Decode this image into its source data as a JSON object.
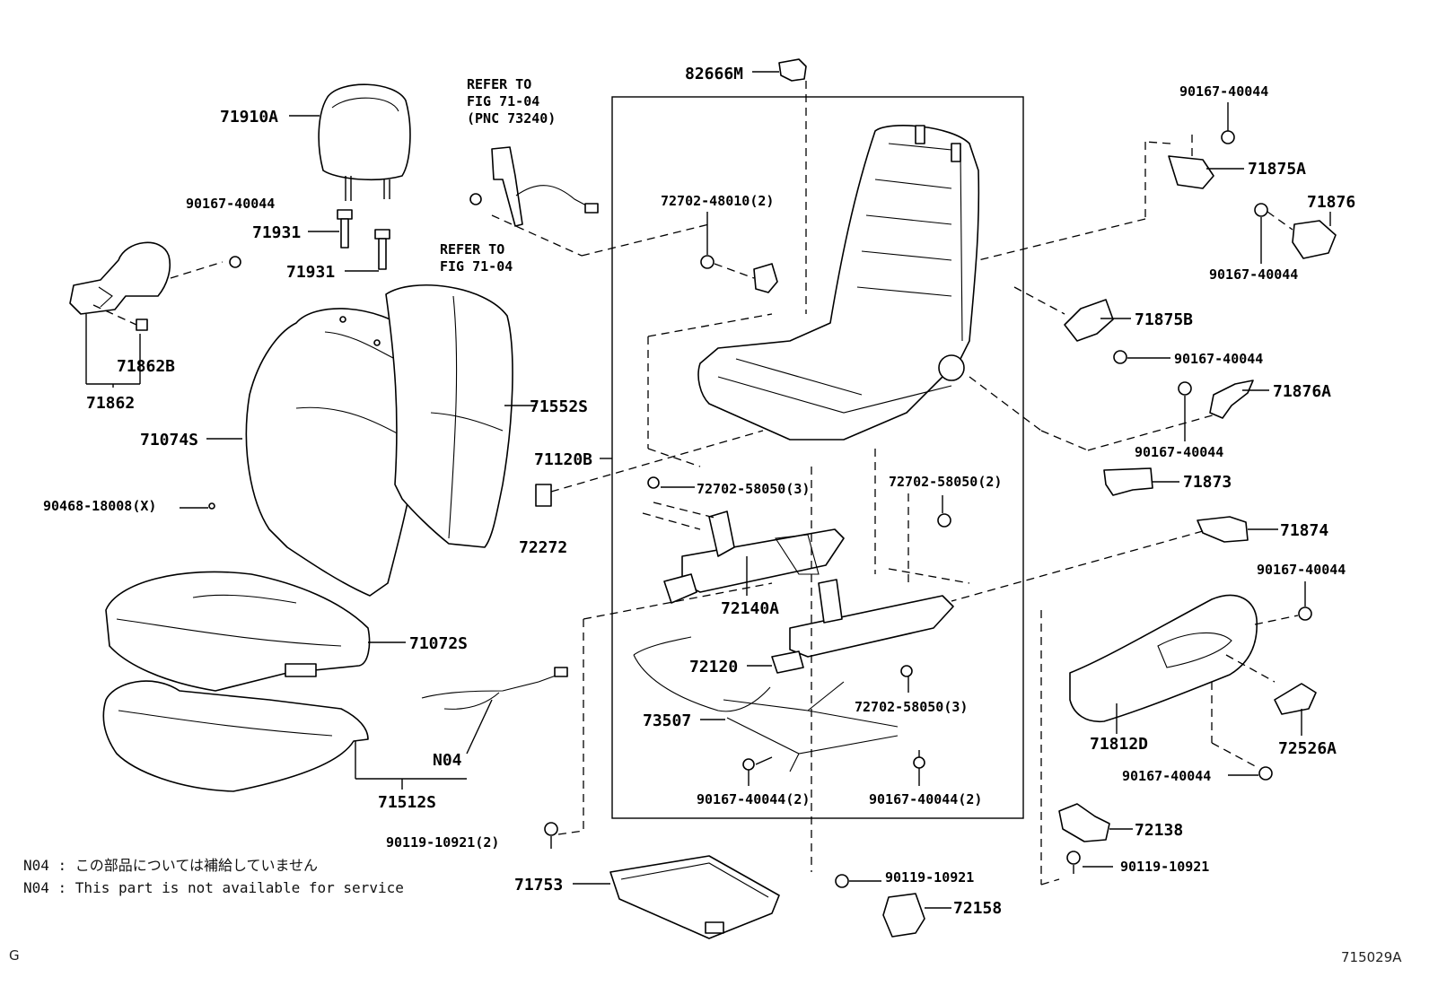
{
  "labels": {
    "p82666M": "82666M",
    "p71910A": "71910A",
    "refer1_l1": "REFER TO",
    "refer1_l2": "FIG 71-04",
    "refer1_l3": "(PNC 73240)",
    "refer2_l1": "REFER TO",
    "refer2_l2": "FIG 71-04",
    "p90167_tl": "90167-40044",
    "p71931a": "71931",
    "p71931b": "71931",
    "p72702_48010": "72702-48010(2)",
    "p71862B": "71862B",
    "p71862": "71862",
    "p71074S": "71074S",
    "p71552S": "71552S",
    "p71120B": "71120B",
    "p90468": "90468-18008(X)",
    "p72272": "72272",
    "p72702_58050_3a": "72702-58050(3)",
    "p72702_58050_2": "72702-58050(2)",
    "p72140A": "72140A",
    "p71072S": "71072S",
    "p72120": "72120",
    "p73507": "73507",
    "p72702_58050_3b": "72702-58050(3)",
    "pN04": "N04",
    "p71512S": "71512S",
    "p90167_2a": "90167-40044(2)",
    "p90167_2b": "90167-40044(2)",
    "p90119_2": "90119-10921(2)",
    "p71753": "71753",
    "p90119_c": "90119-10921",
    "p72158": "72158",
    "p90167_tr": "90167-40044",
    "p71875A": "71875A",
    "p71876": "71876",
    "p90167_r2": "90167-40044",
    "p71875B": "71875B",
    "p90167_r3": "90167-40044",
    "p71876A": "71876A",
    "p90167_r4": "90167-40044",
    "p71873": "71873",
    "p71874": "71874",
    "p90167_r5": "90167-40044",
    "p71812D": "71812D",
    "p72526A": "72526A",
    "p90167_r6": "90167-40044",
    "p72138": "72138",
    "p90119_r": "90119-10921"
  },
  "notes": {
    "line1": "N04 : この部品については補給していません",
    "line2": "N04 : This part is not available for service"
  },
  "corner": {
    "left": "G",
    "right": "715029A"
  }
}
